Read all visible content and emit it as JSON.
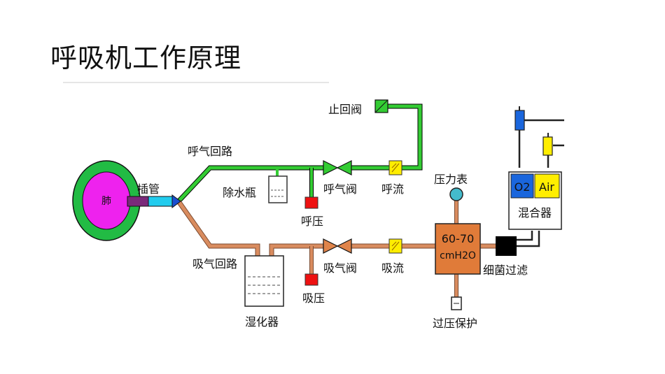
{
  "title": "呼吸机工作原理",
  "labels": {
    "lung": "肺",
    "intubation": "插管",
    "exhale_circuit": "呼气回路",
    "inhale_circuit": "吸气回路",
    "water_trap": "除水瓶",
    "exhale_pressure": "呼压",
    "exhale_valve": "呼气阀",
    "exhale_flow": "呼流",
    "check_valve": "止回阀",
    "humidifier": "湿化器",
    "inhale_pressure": "吸压",
    "inhale_valve": "吸气阀",
    "inhale_flow": "吸流",
    "pressure_gauge": "压力表",
    "chamber_value": "60-70",
    "chamber_unit": "cmH2O",
    "overpressure": "过压保护",
    "bacteria_filter": "细菌过滤",
    "o2": "O2",
    "air": "Air",
    "mixer": "混合器"
  },
  "colors": {
    "exhale_pipe": "#33cc33",
    "inhale_pipe": "#d98c5f",
    "chamber": "#e07b39",
    "lung_outer": "#22bb44",
    "lung_inner": "#ee22ee",
    "tube": "#7a2a7a",
    "tube_tip": "#22ccee",
    "flow_sensor": "#ffee00",
    "pressure_sensor": "#ee1111",
    "o2_block": "#1a66dd",
    "air_block": "#ffee00",
    "gauge": "#44bbcc",
    "filter": "#000000"
  }
}
